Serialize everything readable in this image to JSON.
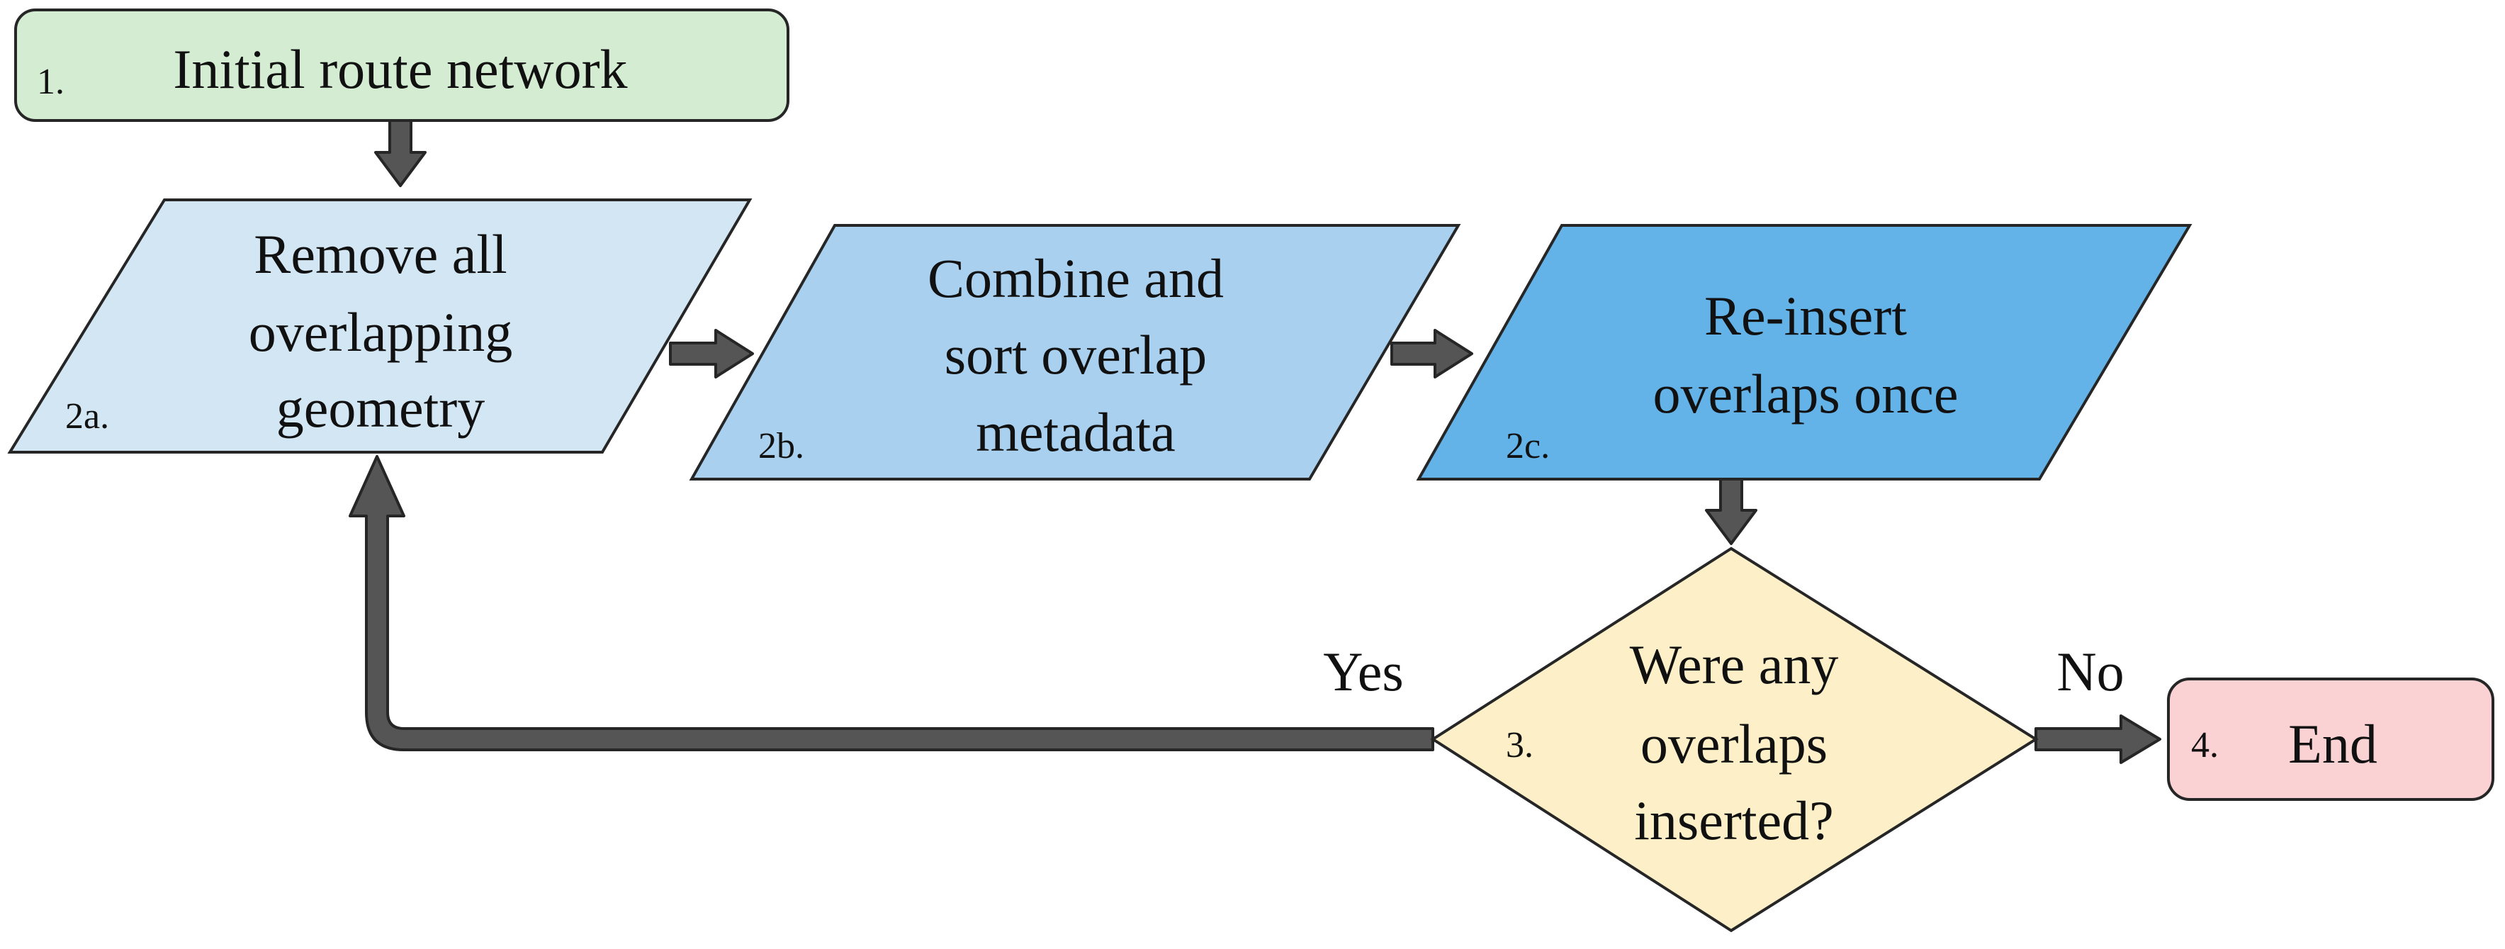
{
  "nodes": {
    "start": {
      "number": "1.",
      "lines": [
        "Initial route network"
      ],
      "fill": "#d4ecd2"
    },
    "remove": {
      "number": "2a.",
      "lines": [
        "Remove all",
        "overlapping",
        "geometry"
      ],
      "fill": "#d3e6f3"
    },
    "combine": {
      "number": "2b.",
      "lines": [
        "Combine and",
        "sort overlap",
        "metadata"
      ],
      "fill": "#a9d0ee"
    },
    "reinsert": {
      "number": "2c.",
      "lines": [
        "Re-insert",
        "overlaps once"
      ],
      "fill": "#63b3e8"
    },
    "decision": {
      "number": "3.",
      "lines": [
        "Were any",
        "overlaps",
        "inserted?"
      ],
      "fill": "#fdf0c8"
    },
    "end": {
      "number": "4.",
      "lines": [
        "End"
      ],
      "fill": "#fbd2d4"
    }
  },
  "edges": {
    "yes_label": "Yes",
    "no_label": "No"
  },
  "colors": {
    "arrow": "#555555",
    "arrow_outline": "#262626"
  }
}
